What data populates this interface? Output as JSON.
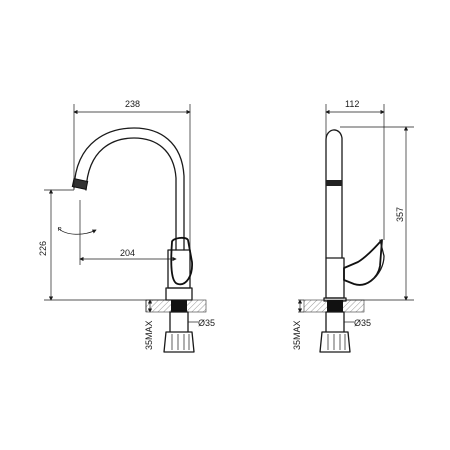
{
  "dimensions": {
    "front_width": "238",
    "side_width": "112",
    "spout_reach": "204",
    "spout_height": "226",
    "total_height": "357",
    "hole_front": "Ø35",
    "hole_side": "Ø35",
    "max_thickness_front": "35MAX",
    "max_thickness_side": "35MAX"
  },
  "colors": {
    "line": "#1a1a1a",
    "hatch": "#555555",
    "fill_dark": "#111111"
  }
}
